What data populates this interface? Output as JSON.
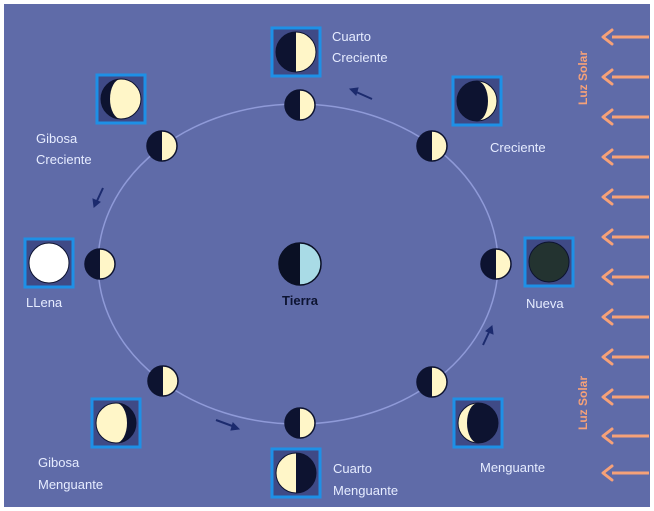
{
  "colors": {
    "background": "#5f6ba8",
    "frame": "#ffffff",
    "orbit": "#8f9ad8",
    "box_border": "#1e90e6",
    "box_bg": "#3f4a86",
    "moon_dark": "#0d1330",
    "moon_light": "#fff6c8",
    "full_moon": "#ffffff",
    "new_moon": "#233330",
    "earth_day": "#a9dbe6",
    "earth_night": "#0a1024",
    "label": "#e6ecff",
    "earth_label": "#0d1432",
    "arrow": "#f6a178",
    "sun_label": "#f6a178",
    "motion_arrow": "#1c2b6e"
  },
  "earth": {
    "label": "Tierra"
  },
  "sunlight": {
    "label_top": "Luz Solar",
    "label_bottom": "Luz Solar"
  },
  "phases": [
    {
      "id": "cuarto-creciente",
      "label_lines": [
        "Cuarto",
        "Creciente"
      ],
      "icon": "first-quarter-moon-icon"
    },
    {
      "id": "creciente",
      "label_lines": [
        "Creciente"
      ],
      "icon": "waxing-crescent-moon-icon"
    },
    {
      "id": "nueva",
      "label_lines": [
        "Nueva"
      ],
      "icon": "new-moon-icon"
    },
    {
      "id": "menguante",
      "label_lines": [
        "Menguante"
      ],
      "icon": "waning-crescent-moon-icon"
    },
    {
      "id": "cuarto-menguante",
      "label_lines": [
        "Cuarto",
        "Menguante"
      ],
      "icon": "last-quarter-moon-icon"
    },
    {
      "id": "gibosa-menguante",
      "label_lines": [
        "Gibosa",
        "Menguante"
      ],
      "icon": "waning-gibbous-moon-icon"
    },
    {
      "id": "llena",
      "label_lines": [
        "LLena"
      ],
      "icon": "full-moon-icon"
    },
    {
      "id": "gibosa-creciente",
      "label_lines": [
        "Gibosa",
        "Creciente"
      ],
      "icon": "waxing-gibbous-moon-icon"
    }
  ]
}
